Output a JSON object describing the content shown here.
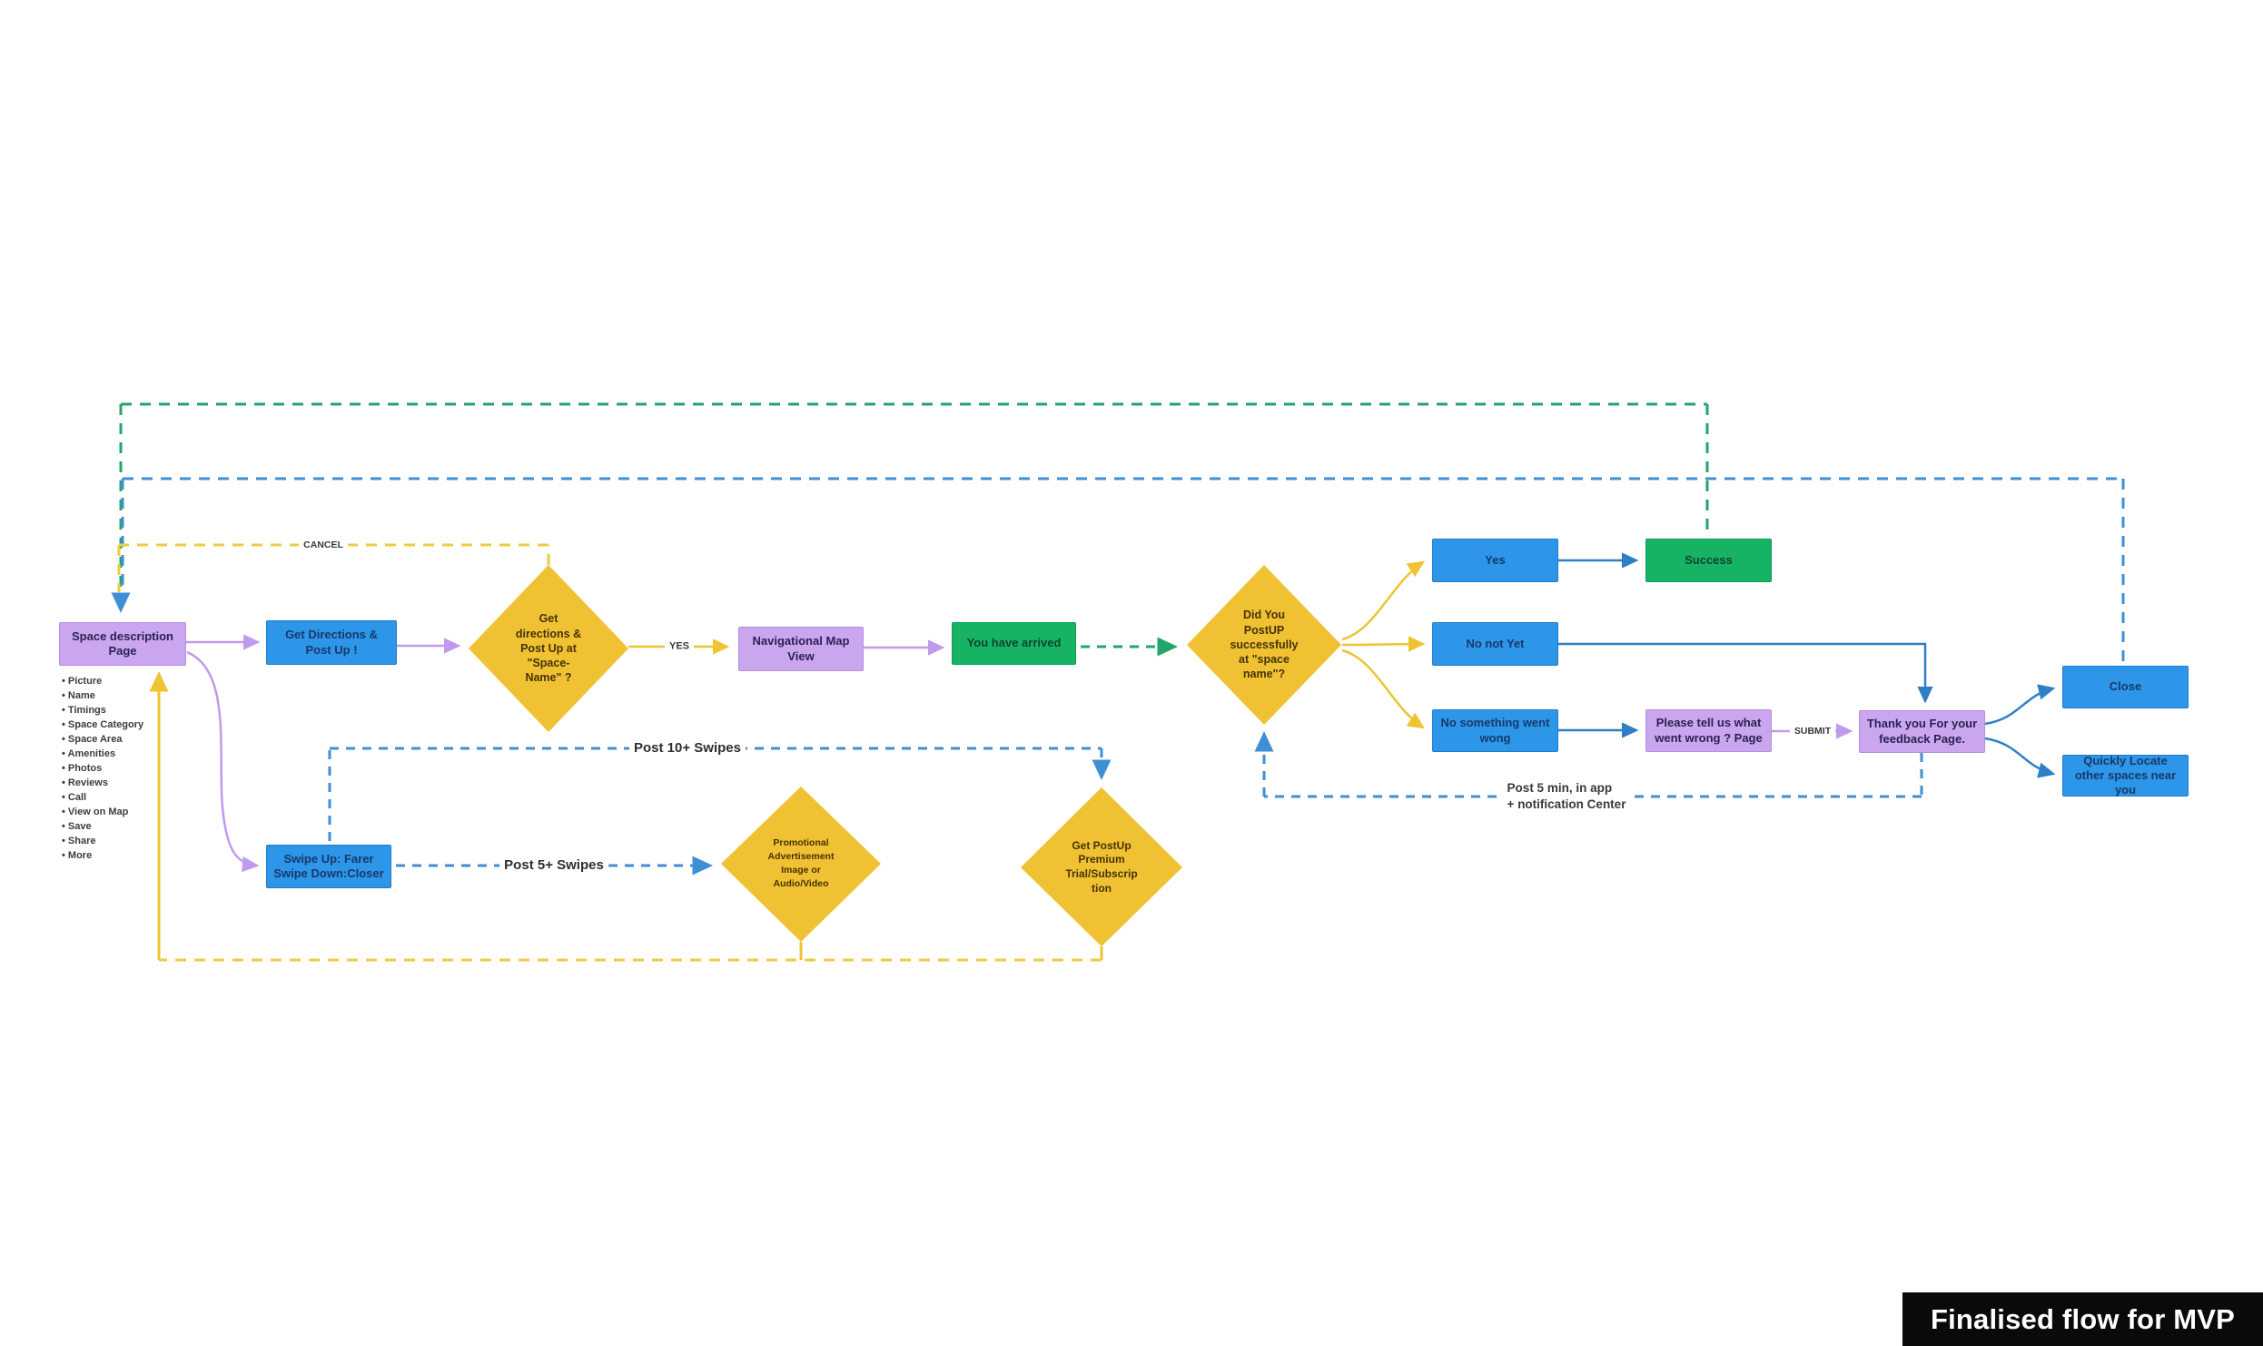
{
  "title_bar": {
    "label": "Finalised flow for MVP"
  },
  "colors": {
    "node_purple": "#c9a6ee",
    "node_blue": "#2e96e8",
    "node_green": "#17b364",
    "diamond_yellow": "#f0c233",
    "wire_purple": "#c09aec",
    "wire_yellow": "#eec431",
    "wire_blue": "#2e7fc6",
    "wire_blue_dashed": "#3f8fd4",
    "wire_green_dashed": "#21a56b"
  },
  "nodes": {
    "space_page": {
      "label": "Space description Page",
      "details": [
        "Picture",
        "Name",
        "Timings",
        "Space Category",
        "Space Area",
        "Amenities",
        "Photos",
        "Reviews",
        "Call",
        "View on Map",
        "Save",
        "Share",
        "More"
      ]
    },
    "get_directions": {
      "label": "Get Directions & Post Up !"
    },
    "diamond_get_directions": {
      "label": "Get\ndirections &\nPost Up at\n\"Space-\nName\" ?"
    },
    "nav_map": {
      "label": "Navigational Map View"
    },
    "arrived": {
      "label": "You have arrived"
    },
    "diamond_did_postup": {
      "label": "Did You\nPostUP\nsuccessfully\nat \"space\nname\"?"
    },
    "yes": {
      "label": "Yes"
    },
    "success": {
      "label": "Success"
    },
    "no_not_yet": {
      "label": "No not Yet"
    },
    "no_wrong": {
      "label": "No something went wong"
    },
    "please_tell": {
      "label": "Please tell us what went wrong ? Page"
    },
    "thank_you": {
      "label": "Thank you For your feedback Page."
    },
    "close": {
      "label": "Close"
    },
    "quickly_locate": {
      "label": "Quickly Locate other spaces near you"
    },
    "swipe": {
      "label": "Swipe Up: Farer Swipe Down:Closer"
    },
    "diamond_promo": {
      "label": "Promotional\nAdvertisement\nImage or\nAudio/Video"
    },
    "diamond_premium": {
      "label": "Get PostUp\nPremium\nTrial/Subscrip\ntion"
    }
  },
  "edge_labels": {
    "yes": "YES",
    "cancel": "CANCEL",
    "submit": "SUBMIT",
    "post_10_swipes": "Post 10+ Swipes",
    "post_5_swipes": "Post 5+ Swipes",
    "post_5_min": "Post 5 min, in app\n+ notification Center"
  }
}
